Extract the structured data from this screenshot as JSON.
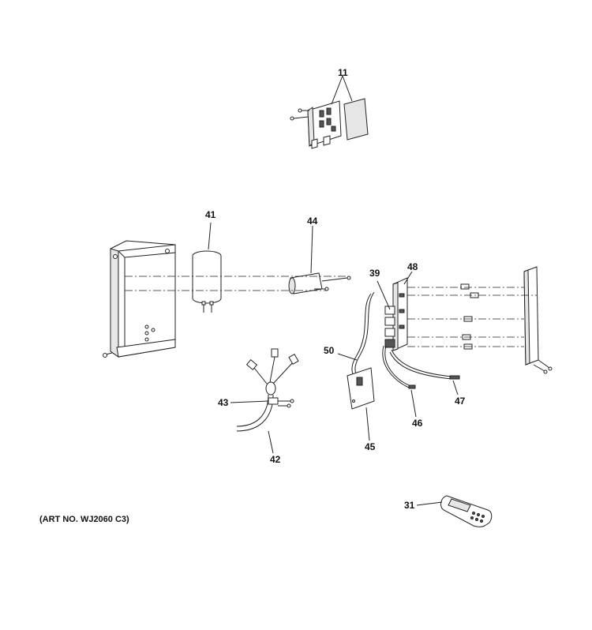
{
  "diagram": {
    "callouts": [
      {
        "id": "11",
        "label": "11"
      },
      {
        "id": "41",
        "label": "41"
      },
      {
        "id": "44",
        "label": "44"
      },
      {
        "id": "39",
        "label": "39"
      },
      {
        "id": "48",
        "label": "48"
      },
      {
        "id": "50",
        "label": "50"
      },
      {
        "id": "43",
        "label": "43"
      },
      {
        "id": "42",
        "label": "42"
      },
      {
        "id": "45",
        "label": "45"
      },
      {
        "id": "46",
        "label": "46"
      },
      {
        "id": "47",
        "label": "47"
      },
      {
        "id": "31",
        "label": "31"
      }
    ],
    "art_number": "(ART NO. WJ2060 C3)"
  }
}
